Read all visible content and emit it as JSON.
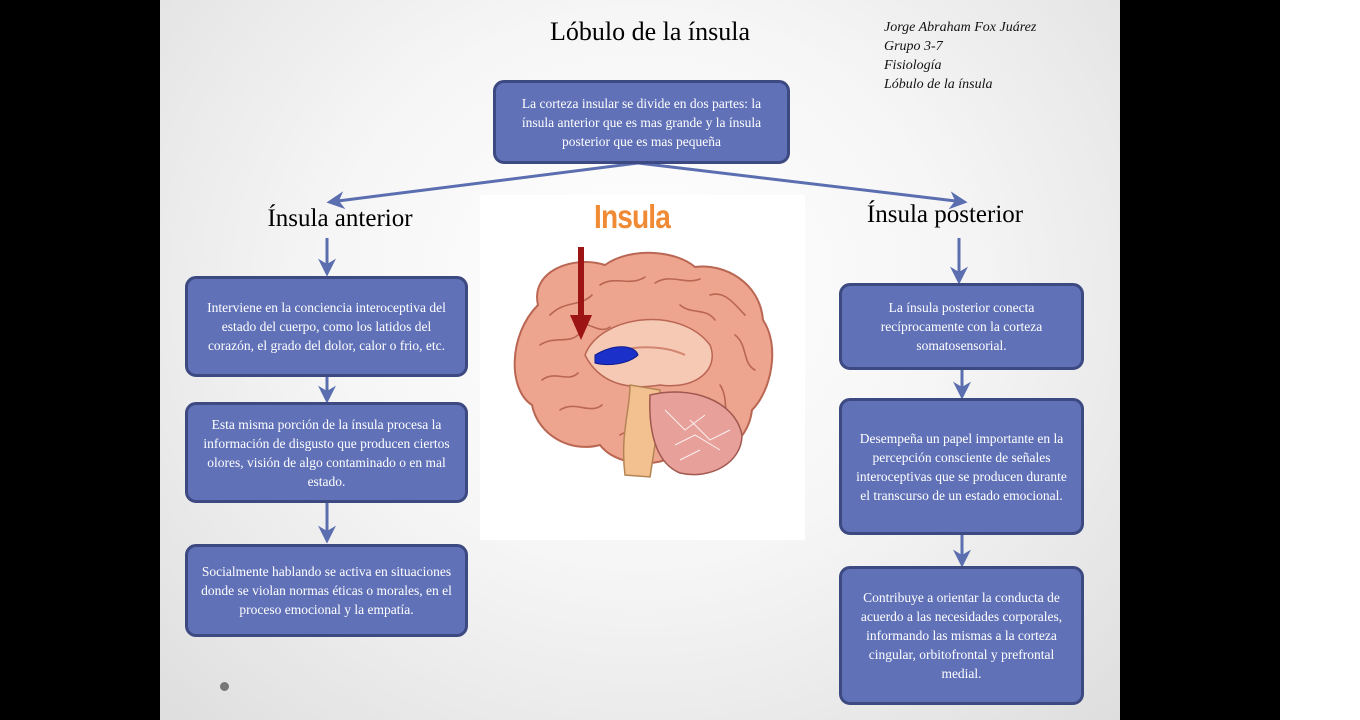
{
  "title": "Lóbulo de la ínsula",
  "author": {
    "name": "Jorge Abraham Fox Juárez",
    "group": "Grupo 3-7",
    "subject": "Fisiología",
    "topic": "Lóbulo de la ínsula"
  },
  "root_box": "La corteza insular se divide en dos partes: la ínsula anterior que es mas grande y la ínsula posterior que es mas pequeña",
  "image_label": "Insula",
  "anterior": {
    "heading": "Ínsula anterior",
    "boxes": [
      "Interviene en la conciencia interoceptiva del estado del cuerpo, como los latidos del corazón, el grado del dolor, calor o frio, etc.",
      "Esta misma porción de la ínsula procesa la información de disgusto que producen ciertos olores, visión de algo contaminado o en mal estado.",
      "Socialmente hablando se activa en situaciones donde se violan normas éticas o morales, en el proceso emocional y la empatía."
    ]
  },
  "posterior": {
    "heading": "Ínsula posterior",
    "boxes": [
      "La ínsula posterior conecta recíprocamente con la corteza somatosensorial.",
      "Desempeña un papel importante en la percepción consciente de señales interoceptivas que se producen durante el transcurso de un estado emocional.",
      "Contribuye a orientar la conducta de acuerdo a las necesidades corporales, informando las mismas a la corteza cingular, orbitofrontal y prefrontal medial."
    ]
  },
  "colors": {
    "box_fill": "#6071b7",
    "box_border": "#3d4a82",
    "arrow": "#5b6eb0",
    "insula_label": "#f08a34",
    "insula_arrow": "#9c1414",
    "insula_region": "#1b2fc9"
  }
}
